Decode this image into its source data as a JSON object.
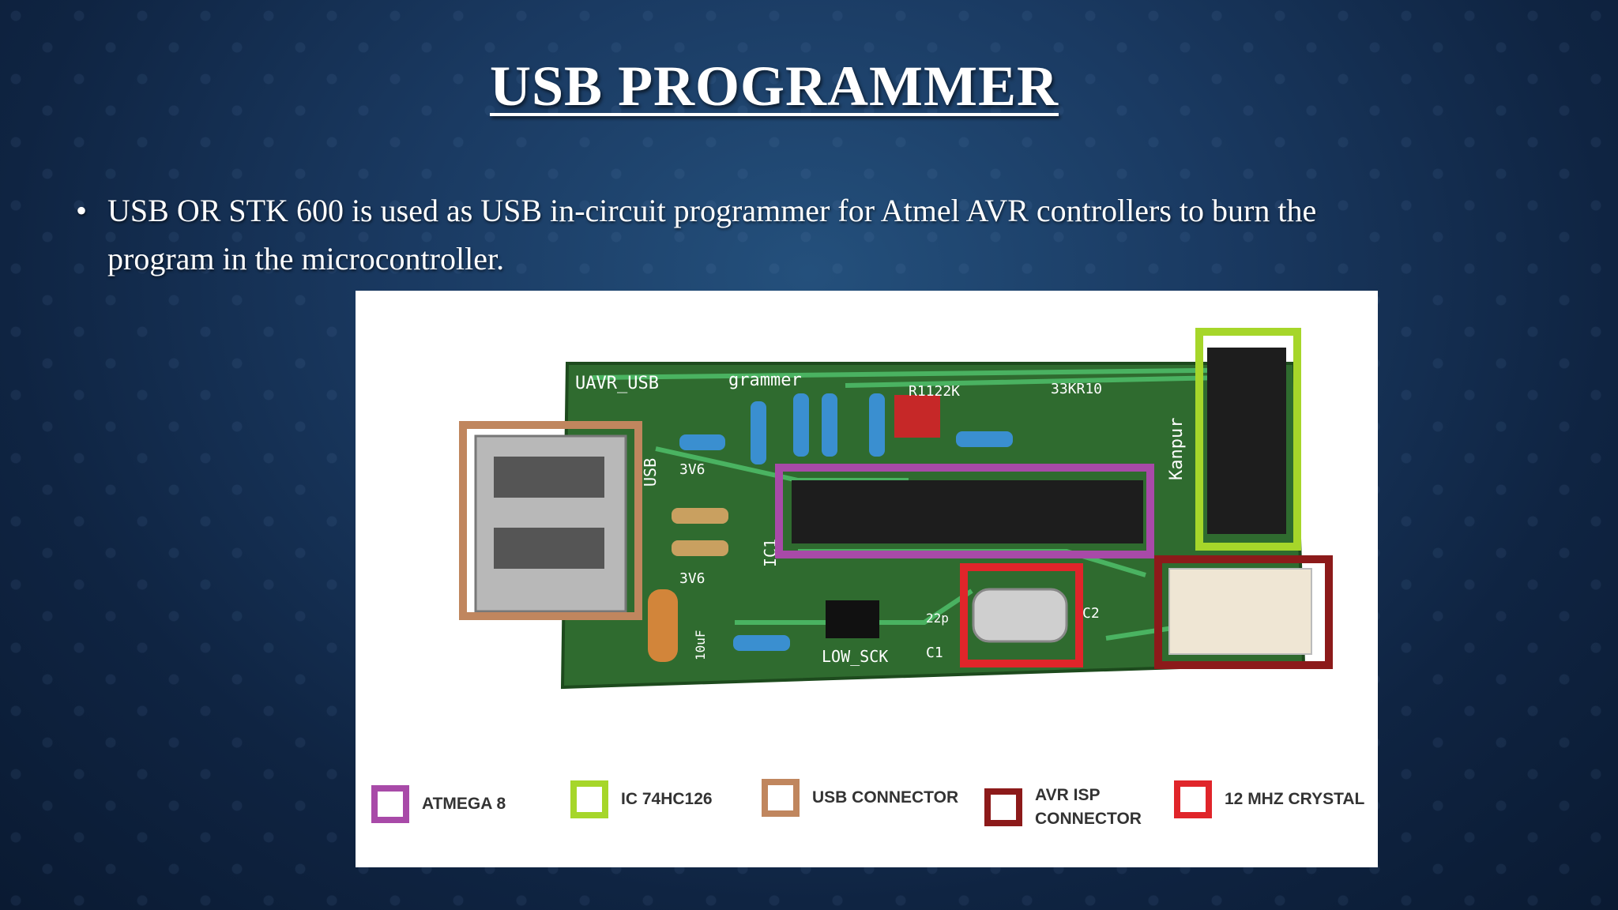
{
  "slide": {
    "title": "USB PROGRAMMER",
    "bullet_symbol": "•",
    "bullet_text": "USB OR STK 600 is used as USB in-circuit programmer for Atmel AVR controllers to burn the program in the microcontroller."
  },
  "board": {
    "silkscreen": {
      "brand": "UAVR_USB",
      "brand_suffix": "grammer",
      "r1": "R1122K",
      "r2": "33KR10",
      "usb": "USB",
      "v1": "3V6",
      "v2": "3V6",
      "ic": "IC1",
      "kanpur": "Kanpur",
      "lowsck": "LOW_SCK",
      "c1": "C1",
      "c2": "C2",
      "cap22": "22p",
      "cap": "10uF"
    }
  },
  "legend": [
    {
      "label": "ATMEGA 8",
      "color": "#a84aa8"
    },
    {
      "label": "IC 74HC126",
      "color": "#a6d62a"
    },
    {
      "label": "USB CONNECTOR",
      "color": "#c0865e"
    },
    {
      "label": "AVR ISP\nCONNECTOR",
      "color": "#8c1a1a"
    },
    {
      "label": "12 MHZ CRYSTAL",
      "color": "#e0252a"
    }
  ],
  "colors": {
    "atmega": "#a84aa8",
    "ic74": "#a6d62a",
    "usb": "#c0865e",
    "isp": "#8c1a1a",
    "crystal": "#e0252a",
    "pcb": "#2f6b2f"
  }
}
